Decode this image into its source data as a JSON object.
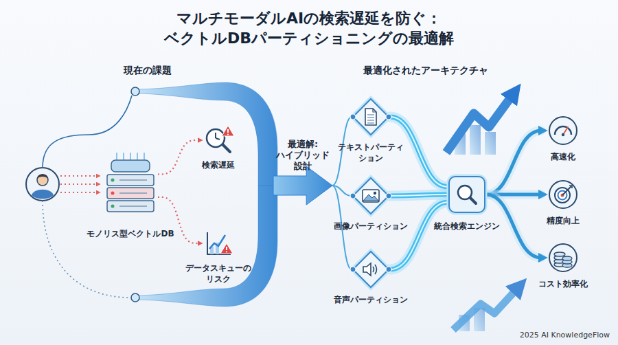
{
  "diagram": {
    "title": "マルチモーダルAIの検索遅延を防ぐ： ベクトルDBパーティショニングの最適解",
    "nodes": [
      {
        "text": [
          "モノリス型ベクトルDB"
        ]
      },
      {
        "text": [
          "検索遅延"
        ]
      },
      {
        "text": [
          "データスキューの リスク"
        ]
      },
      {
        "text": [
          "最適解: ハイブリッド 設計"
        ]
      },
      {
        "text": [
          "テキストパーティ ション"
        ]
      },
      {
        "text": [
          "画像パーティション"
        ]
      },
      {
        "text": [
          "音声パーティション"
        ]
      },
      {
        "text": [
          "統合検索エンジン"
        ]
      },
      {
        "text": [
          "高速化"
        ]
      },
      {
        "text": [
          "精度向上"
        ]
      },
      {
        "text": [
          "コスト効率化"
        ]
      }
    ],
    "edges": [
      {
        "from": 0,
        "to": 1,
        "arrow": "to"
      },
      {
        "from": 0,
        "to": 2,
        "arrow": "to"
      },
      {
        "from": 3,
        "to": 4,
        "arrow": "none"
      },
      {
        "from": 3,
        "to": 5,
        "arrow": "none"
      },
      {
        "from": 3,
        "to": 6,
        "arrow": "none"
      },
      {
        "from": 4,
        "to": 7,
        "arrow": "none"
      },
      {
        "from": 5,
        "to": 7,
        "arrow": "none"
      },
      {
        "from": 6,
        "to": 7,
        "arrow": "none"
      },
      {
        "from": 7,
        "to": 8,
        "arrow": "to"
      },
      {
        "from": 7,
        "to": 9,
        "arrow": "to"
      },
      {
        "from": 7,
        "to": 10,
        "arrow": "to"
      }
    ],
    "labels": [
      "現在の課題",
      "最適化されたアーキテクチャ",
      "2025 AI KnowledgeFlow"
    ]
  }
}
